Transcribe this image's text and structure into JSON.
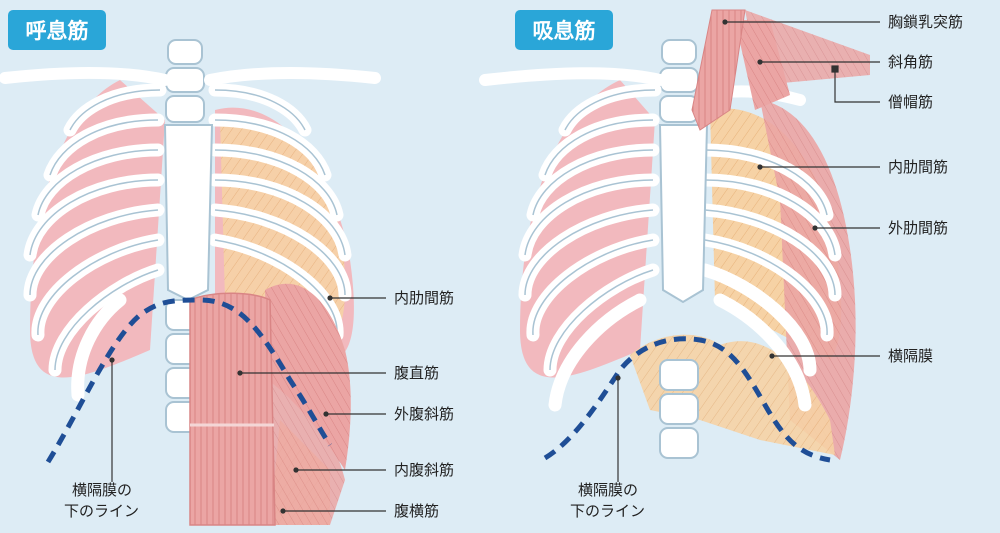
{
  "colors": {
    "background": "#ddecf5",
    "title_badge": "#2aa6d8",
    "bone": "#ffffff",
    "bone_outline": "#a9c3d3",
    "lung": "#f2b9be",
    "muscle_red": "#eaa1a1",
    "muscle_orange": "#f6d2a5",
    "diaphragm_line": "#1f4e96",
    "leader_line": "#333333"
  },
  "panels": [
    {
      "title": "呼息筋",
      "labels": {
        "internal_intercostal": "内肋間筋",
        "rectus_abdominis": "腹直筋",
        "external_oblique": "外腹斜筋",
        "internal_oblique": "内腹斜筋",
        "transversus_abdominis": "腹横筋",
        "diaphragm_line_1": "横隔膜の",
        "diaphragm_line_2": "下のライン"
      }
    },
    {
      "title": "吸息筋",
      "labels": {
        "sternocleidomastoid": "胸鎖乳突筋",
        "scalene": "斜角筋",
        "trapezius": "僧帽筋",
        "internal_intercostal": "内肋間筋",
        "external_intercostal": "外肋間筋",
        "diaphragm": "横隔膜",
        "diaphragm_line_1": "横隔膜の",
        "diaphragm_line_2": "下のライン"
      }
    }
  ]
}
